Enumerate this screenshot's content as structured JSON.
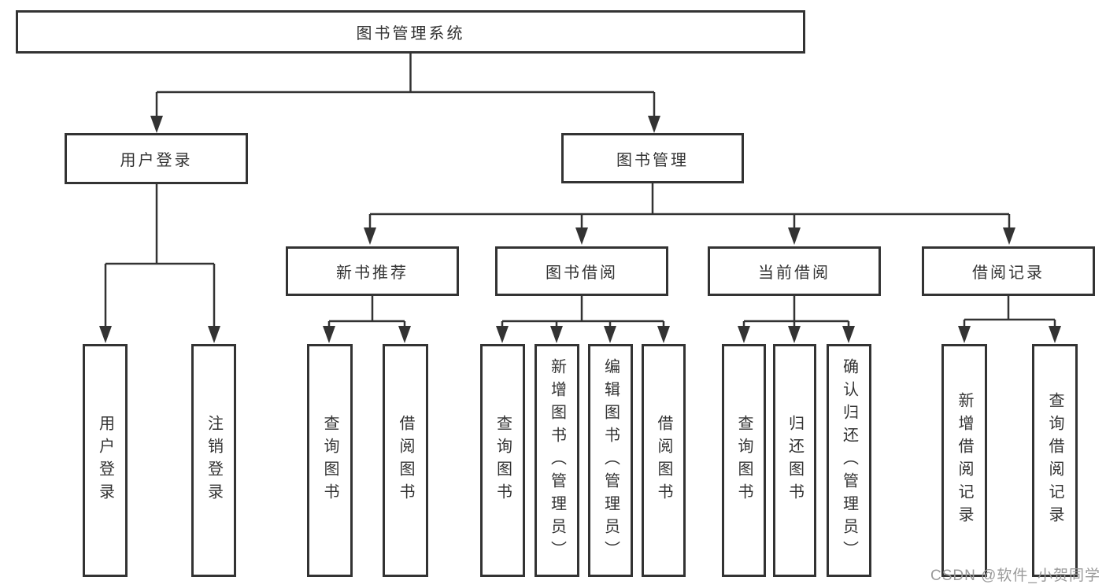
{
  "diagram": {
    "type": "hierarchy-tree",
    "root": {
      "label": "图书管理系统"
    },
    "level2": [
      {
        "label": "用户登录"
      },
      {
        "label": "图书管理"
      }
    ],
    "level3": [
      {
        "label": "新书推荐",
        "parent": "图书管理"
      },
      {
        "label": "图书借阅",
        "parent": "图书管理"
      },
      {
        "label": "当前借阅",
        "parent": "图书管理"
      },
      {
        "label": "借阅记录",
        "parent": "图书管理"
      }
    ],
    "leaves": {
      "user_login": [
        "用户登录",
        "注销登录"
      ],
      "new_books": [
        "查询图书",
        "借阅图书"
      ],
      "book_borrow": [
        "查询图书",
        "新增图书（管理员）",
        "编辑图书（管理员）",
        "借阅图书"
      ],
      "current_borrow": [
        "查询图书",
        "归还图书",
        "确认归还（管理员）"
      ],
      "borrow_records": [
        "新增借阅记录",
        "查询借阅记录"
      ]
    }
  },
  "colors": {
    "line": "#333333",
    "border": "#333333",
    "text": "#333333",
    "background": "#ffffff",
    "watermark": "#9a9a9a"
  },
  "watermark": {
    "text": "CSDN @软件_小贺同学"
  }
}
